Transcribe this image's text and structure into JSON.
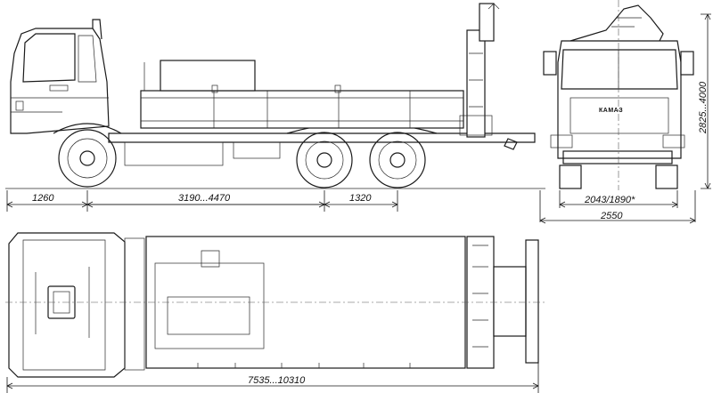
{
  "dimensions": {
    "cab_overhang": "1260",
    "wheelbase": "3190...4470",
    "bogie": "1320",
    "track_width": "2043/1890*",
    "overall_width": "2550",
    "height": "2825...4000",
    "overall_length": "7535...10310"
  },
  "branding": {
    "logo_text": "КАМАЗ"
  },
  "colors": {
    "line": "#1a1a1a",
    "background": "#ffffff"
  }
}
